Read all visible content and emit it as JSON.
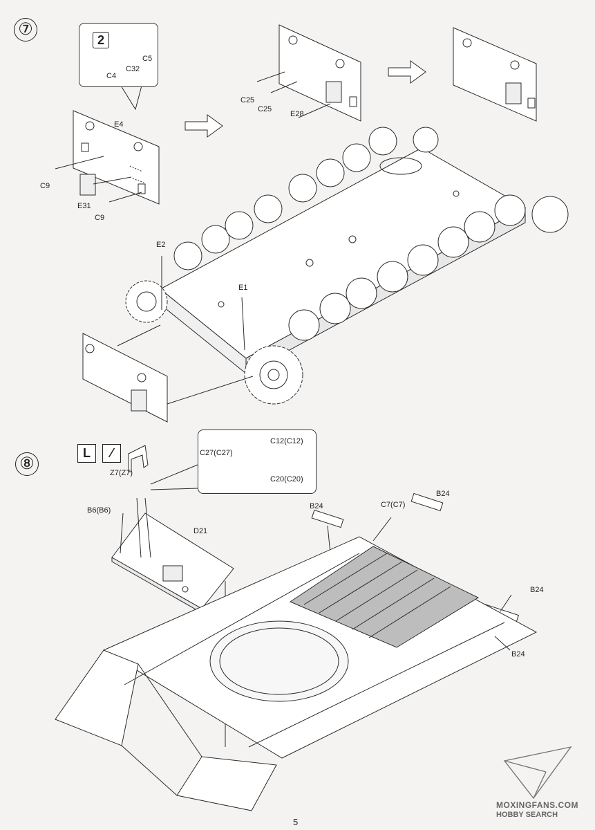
{
  "steps": [
    {
      "number": "⑦"
    },
    {
      "number": "⑧"
    }
  ],
  "step7": {
    "substep": "2",
    "callout_labels": {
      "c5": "C5",
      "c32": "C32",
      "c4": "C4"
    },
    "labels": {
      "e4": "E4",
      "c9a": "C9",
      "c9b": "C9",
      "e31": "E31",
      "c25a": "C25",
      "c25b": "C25",
      "e28": "E28",
      "e2": "E2",
      "e1": "E1"
    }
  },
  "step8": {
    "callout_labels": {
      "c27": "C27(C27)",
      "c12": "C12(C12)",
      "c20": "C20(C20)"
    },
    "labels": {
      "z7": "Z7(Z7)",
      "b6": "B6(B6)",
      "d21": "D21",
      "b24a": "B24",
      "b24b": "B24",
      "b24c": "B24",
      "b24d": "B24",
      "c7": "C7(C7)"
    }
  },
  "footer": {
    "page_number": "5",
    "watermark_top": "MOXINGFANS.COM",
    "watermark_bottom": "HOBBY SEARCH"
  }
}
